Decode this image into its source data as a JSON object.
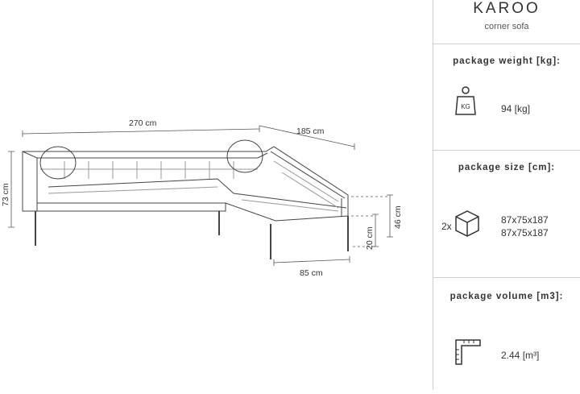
{
  "product": {
    "name": "KAROO",
    "type": "corner sofa"
  },
  "dimensions": {
    "length": "270 cm",
    "chaise_length": "185 cm",
    "height": "73 cm",
    "seat_height": "46 cm",
    "leg_height": "20 cm",
    "chaise_depth": "85 cm"
  },
  "package_weight": {
    "label": "package weight [kg]:",
    "icon_text": "KG",
    "value": "94 [kg]"
  },
  "package_size": {
    "label": "package size [cm]:",
    "count": "2x",
    "sizes": [
      "87x75x187",
      "87x75x187"
    ]
  },
  "package_volume": {
    "label": "package volume [m3]:",
    "value": "2.44 [m³]"
  }
}
